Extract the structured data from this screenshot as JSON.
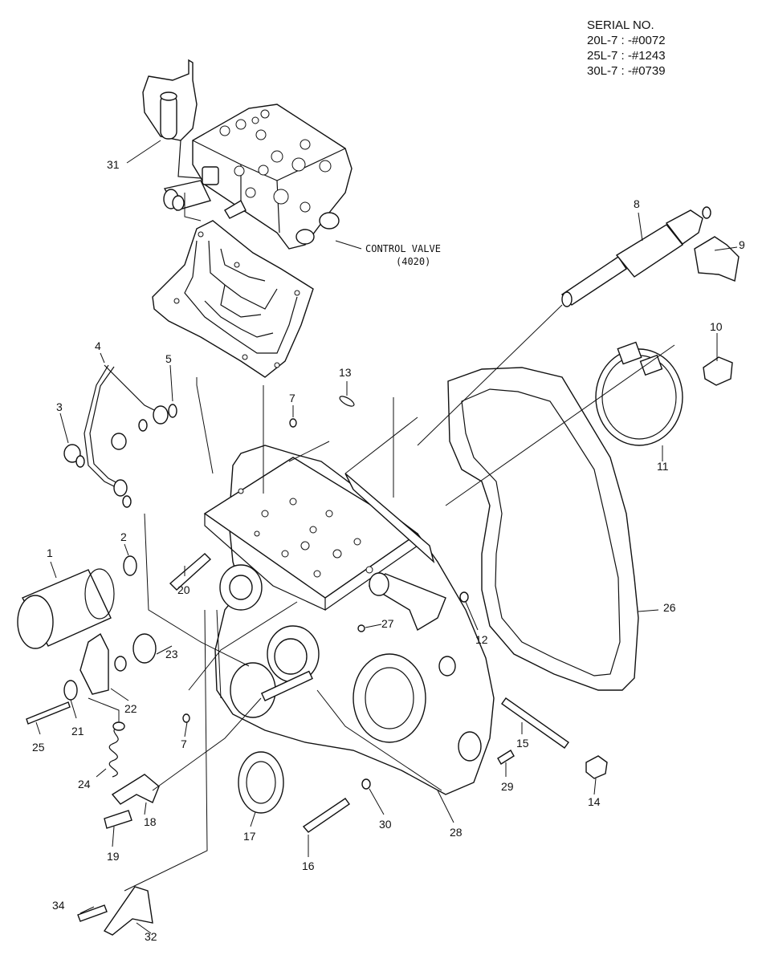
{
  "serial": {
    "title": "SERIAL NO.",
    "lines": [
      "20L-7 : -#0072",
      "25L-7 : -#1243",
      "30L-7 : -#0739"
    ]
  },
  "control_valve": {
    "label": "CONTROL VALVE",
    "code": "(4020)"
  },
  "part_labels": [
    "1",
    "2",
    "3",
    "4",
    "5",
    "7",
    "7",
    "7",
    "8",
    "9",
    "10",
    "11",
    "12",
    "13",
    "14",
    "15",
    "16",
    "17",
    "18",
    "19",
    "20",
    "21",
    "22",
    "23",
    "24",
    "25",
    "26",
    "27",
    "28",
    "29",
    "30",
    "31",
    "32",
    "34"
  ]
}
